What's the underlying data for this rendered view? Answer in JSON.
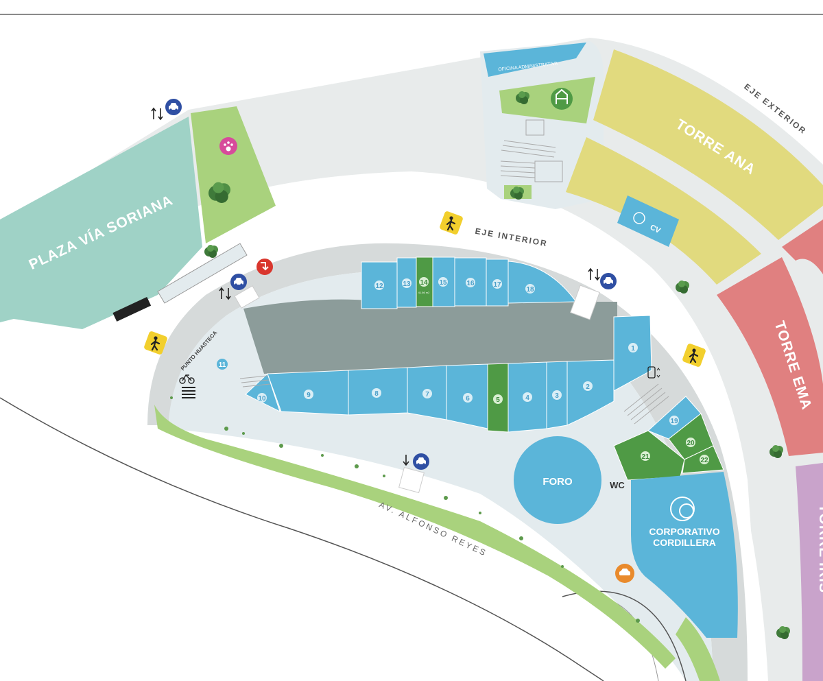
{
  "map": {
    "zones": {
      "plaza": "PLAZA VÍA SORIANA",
      "torre_ana": "TORRE ANA",
      "torre_ema": "TORRE EMA",
      "torre_iris": "TORRE IRIS",
      "oficina": "OFICINA ADMINISTRATIVA",
      "foro": "FORO",
      "corporativo_line1": "CORPORATIVO",
      "corporativo_line2": "CORDILLERA",
      "wc": "WC",
      "cv": "CV",
      "punto_huasteca": "PUNTO HUASTECA",
      "lot14_area": "41.66 m2"
    },
    "roads": {
      "eje_exterior": "EJE EXTERIOR",
      "eje_interior": "EJE INTERIOR",
      "av_alfonso": "AV. ALFONSO REYES"
    },
    "lots": [
      "1",
      "2",
      "3",
      "4",
      "5",
      "6",
      "7",
      "8",
      "9",
      "10",
      "11",
      "12",
      "13",
      "14",
      "15",
      "16",
      "17",
      "18",
      "19",
      "20",
      "21",
      "22"
    ],
    "icons": [
      "car-entrance-icon",
      "pedestrian-crossing-icon",
      "pet-area-icon",
      "playground-icon",
      "bicycle-icon",
      "elevator-icon",
      "taxi-icon",
      "no-entry-icon",
      "tree-icon"
    ],
    "colors": {
      "lot_blue": "#5bb5d9",
      "lot_green": "#4f9a45",
      "park_green": "#a9d27d",
      "plaza": "#9fd2c6",
      "torre_ana": "#e1da7e",
      "torre_ema": "#e08080",
      "torre_iris": "#c9a3cb",
      "parking": "#8c9c9a",
      "road_gray": "#dfe3e3",
      "car_icon": "#2f4fa3",
      "pedestrian_icon": "#f2cf2d",
      "taxi_icon": "#e98a2c",
      "no_entry_icon": "#d9362d",
      "pet_icon": "#d74b9b"
    }
  }
}
